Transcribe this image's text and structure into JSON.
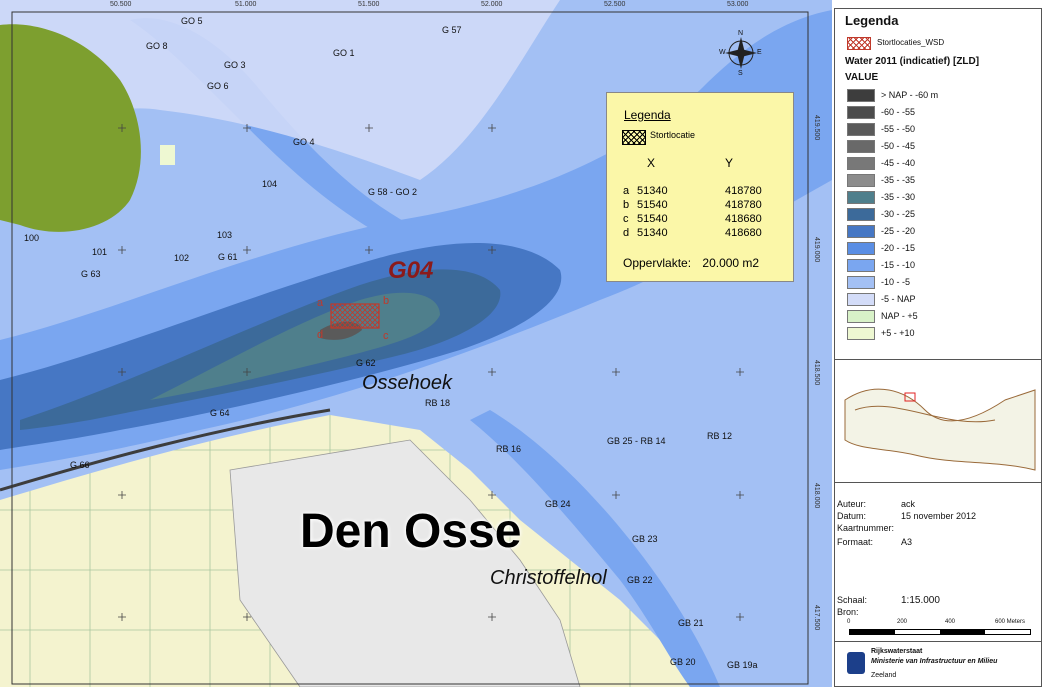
{
  "map": {
    "x_ticks": [
      "50.500",
      "51.000",
      "51.500",
      "52.000",
      "52.500",
      "53.000"
    ],
    "y_ticks": [
      "419.500",
      "419.000",
      "418.500",
      "418.000",
      "417.500"
    ],
    "labels": {
      "g04": "G04",
      "ossehoek": "Ossehoek",
      "den_osse": "Den Osse",
      "christoffelnol": "Christoffelnol",
      "corner_a": "a",
      "corner_b": "b",
      "corner_c": "c",
      "corner_d": "d",
      "north": "N",
      "south": "S",
      "east": "E",
      "west": "W"
    },
    "buoys": [
      "GO 5",
      "GO 8",
      "GO 3",
      "GO 6",
      "GO 1",
      "G 57",
      "GO 4",
      "104",
      "G 58 - GO 2",
      "103",
      "100",
      "101",
      "102",
      "G 61",
      "G 63",
      "G 62",
      "RB 18",
      "G 64",
      "G 66",
      "RB 16",
      "GB 25 - RB 14",
      "RB 12",
      "GB 24",
      "GB 23",
      "GB 22",
      "GB 21",
      "GB 20",
      "GB 19a"
    ]
  },
  "inset_legend": {
    "title": "Legenda",
    "hatch_label": "Stortlocatie",
    "col_x": "X",
    "col_y": "Y",
    "rows": [
      {
        "id": "a",
        "x": "51340",
        "y": "418780"
      },
      {
        "id": "b",
        "x": "51540",
        "y": "418780"
      },
      {
        "id": "c",
        "x": "51540",
        "y": "418680"
      },
      {
        "id": "d",
        "x": "51340",
        "y": "418680"
      }
    ],
    "area_label": "Oppervlakte:",
    "area_value": "20.000 m2"
  },
  "legend": {
    "title": "Legenda",
    "storage_label": "Stortlocaties_WSD",
    "water_title": "Water 2011 (indicatief) [ZLD]",
    "value_label": "VALUE",
    "classes": [
      {
        "label": "> NAP - -60 m",
        "color": "#3d3d3d"
      },
      {
        "label": "-60 - -55",
        "color": "#4c4c4c"
      },
      {
        "label": "-55 - -50",
        "color": "#5a5a5a"
      },
      {
        "label": "-50 - -45",
        "color": "#696969"
      },
      {
        "label": "-45 - -40",
        "color": "#787878"
      },
      {
        "label": "-35 - -35",
        "color": "#8c8c8c"
      },
      {
        "label": "-35 - -30",
        "color": "#4f7f8c"
      },
      {
        "label": "-30 - -25",
        "color": "#3c6a9a"
      },
      {
        "label": "-25 - -20",
        "color": "#4677c4"
      },
      {
        "label": "-20 - -15",
        "color": "#5a8ee4"
      },
      {
        "label": "-15 - -10",
        "color": "#7aa6f0"
      },
      {
        "label": "-10 - -5",
        "color": "#a3c0f4"
      },
      {
        "label": "-5 - NAP",
        "color": "#d3dcf8"
      },
      {
        "label": "NAP - +5",
        "color": "#d8f2c8"
      },
      {
        "label": "+5 - +10",
        "color": "#eef8d2"
      }
    ],
    "meta": [
      {
        "key": "Auteur:",
        "value": "ack"
      },
      {
        "key": "Datum:",
        "value": "15 november 2012"
      },
      {
        "key": "Kaartnummer:",
        "value": ""
      },
      {
        "key": "Formaat:",
        "value": "A3"
      }
    ],
    "scale_key": "Schaal:",
    "scale_value": "1:15.000",
    "source_key": "Bron:",
    "scale_ticks": [
      "0",
      "200",
      "400",
      "600 Meters"
    ],
    "org_line1": "Rijkswaterstaat",
    "org_line2": "Ministerie van Infrastructuur en Milieu",
    "org_line3": "Zeeland"
  }
}
